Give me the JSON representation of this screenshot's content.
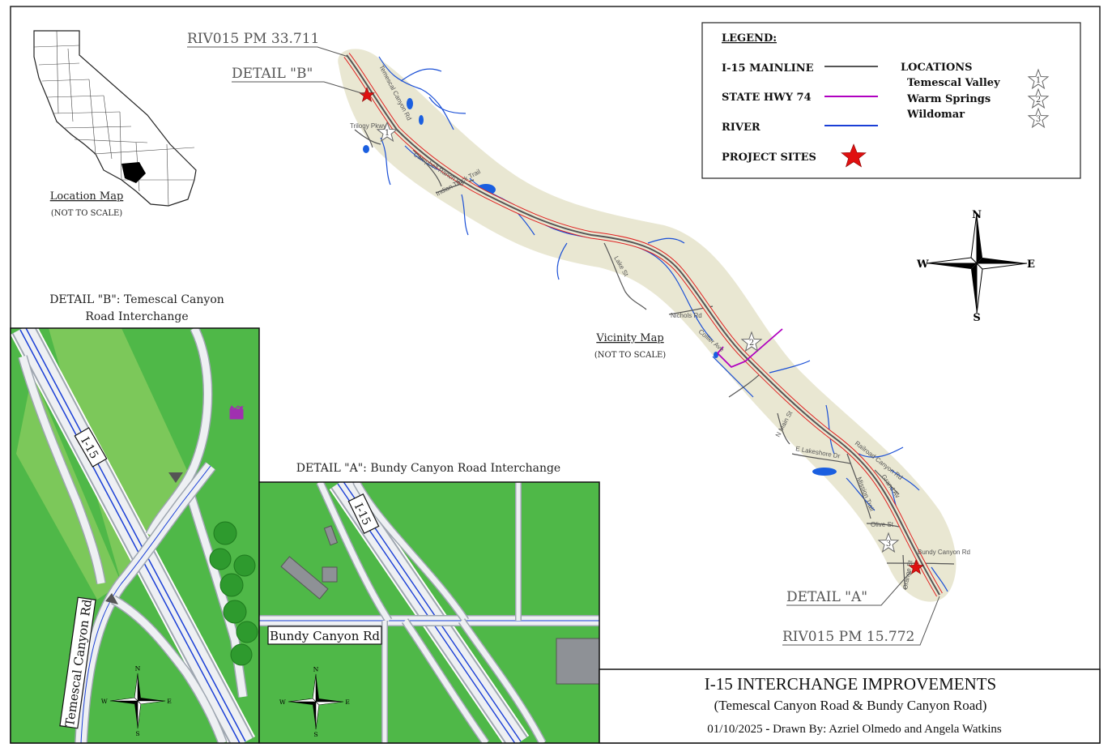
{
  "pm_north": "RIV015 PM 33.711",
  "pm_south": "RIV015 PM 15.772",
  "detail_b_callout": "DETAIL \"B\"",
  "detail_a_callout": "DETAIL \"A\"",
  "location_map": {
    "title": "Location Map",
    "subtitle": "(NOT TO SCALE)"
  },
  "vicinity_map": {
    "title": "Vicinity Map",
    "subtitle": "(NOT TO SCALE)"
  },
  "legend": {
    "title": "LEGEND:",
    "items": [
      {
        "label": "I-15 MAINLINE",
        "color": "#555555"
      },
      {
        "label": "STATE HWY 74",
        "color": "#b000c0"
      },
      {
        "label": "RIVER",
        "color": "#1a3fd6"
      },
      {
        "label": "PROJECT SITES",
        "color": "#e01010"
      }
    ],
    "locations_title": "LOCATIONS",
    "locations": [
      {
        "num": "1",
        "name": "Temescal Valley"
      },
      {
        "num": "2",
        "name": "Warm Springs"
      },
      {
        "num": "3",
        "name": "Wildomar"
      }
    ]
  },
  "compass": {
    "n": "N",
    "s": "S",
    "e": "E",
    "w": "W"
  },
  "detail_b": {
    "title_line1": "DETAIL \"B\": Temescal Canyon",
    "title_line2": "Road Interchange",
    "shield": "I-15",
    "road": "Temescal Canyon Rd"
  },
  "detail_a": {
    "title": "DETAIL \"A\": Bundy Canyon Road Interchange",
    "shield": "I-15",
    "road": "Bundy Canyon Rd"
  },
  "street_labels": {
    "temescal": "Temescal Canyon Rd",
    "trilogy": "Trilogy Pkwy",
    "campbell": "Campbell Ranch Rd",
    "indian": "Indian Truck Trail",
    "lake": "Lake St",
    "nichols": "Nichols Rd",
    "collier": "Collier Ave",
    "nmain": "N Main St",
    "lakeshore": "E Lakeshore Dr",
    "railroad": "Railroad Canyon Rd",
    "grand": "Grand Av",
    "mission": "Mission Trail",
    "olive": "Olive St",
    "bundy": "Bundy Canyon Rd",
    "orange": "Orange St"
  },
  "title_block": {
    "main": "I-15 INTERCHANGE IMPROVEMENTS",
    "sub": "(Temescal Canyon Road & Bundy Canyon Road)",
    "date": "01/10/2025",
    "credit": "Drawn By: Azriel Olmedo and Angela Watkins"
  }
}
